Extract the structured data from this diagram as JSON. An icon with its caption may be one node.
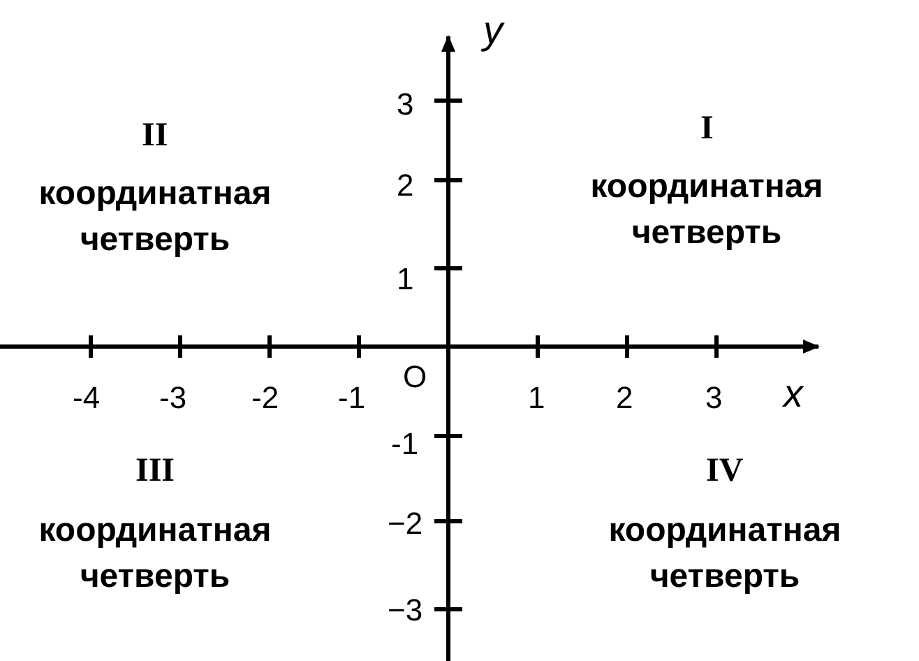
{
  "diagram": {
    "labels": [
      "y",
      "II",
      "координатная четверть",
      "I",
      "координатная четверть",
      "3",
      "2",
      "1",
      "-4",
      "-3",
      "-2",
      "-1",
      "O",
      "1",
      "2",
      "3",
      "x",
      "-1",
      "III",
      "координатная четверть",
      "IV",
      "координатная четверть",
      "−2",
      "−3"
    ]
  }
}
